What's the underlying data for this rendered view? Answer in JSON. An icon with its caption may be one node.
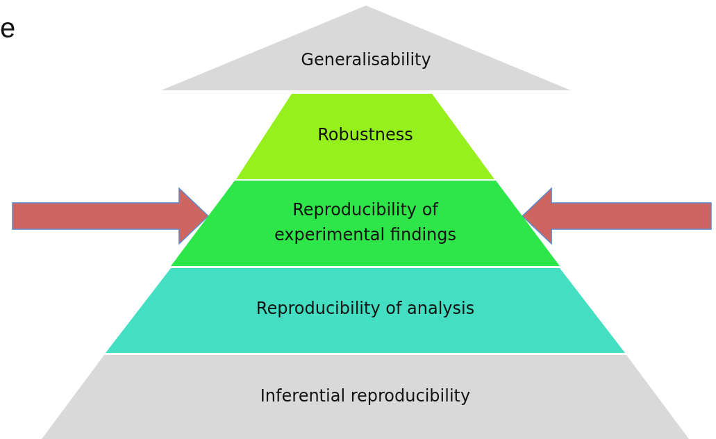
{
  "diagram": {
    "nodes": [
      {
        "text": [
          "Generalisability"
        ]
      },
      {
        "text": [
          "Robustness"
        ]
      },
      {
        "text": [
          "Reproducibility of experimental findings"
        ]
      },
      {
        "text": [
          "Reproducibility of analysis"
        ]
      },
      {
        "text": [
          "Inferential reproducibility"
        ]
      }
    ],
    "edges": [
      {
        "from": null,
        "to": 2,
        "arrow": "to"
      },
      {
        "from": null,
        "to": 2,
        "arrow": "to"
      }
    ],
    "labels": [
      "e"
    ]
  }
}
